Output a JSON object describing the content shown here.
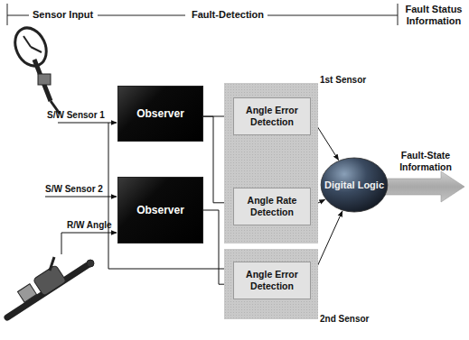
{
  "diagram": {
    "nodes": [
      {
        "text": [
          "Observer"
        ]
      },
      {
        "text": [
          "Observer"
        ]
      },
      {
        "text": [
          "1st Sensor"
        ]
      },
      {
        "text": [
          "Angle Error Detection"
        ],
        "in": 2
      },
      {
        "text": [
          "Angle Rate Detection"
        ],
        "in": 2
      },
      {
        "text": [
          "2nd Sensor"
        ]
      },
      {
        "text": [
          "Angle Error Detection"
        ],
        "in": 5
      },
      {
        "text": [
          "Digital Logic"
        ]
      }
    ],
    "edges": [
      {
        "from": 0,
        "to": 3,
        "arrow": "to"
      },
      {
        "from": 0,
        "to": 4,
        "arrow": "to"
      },
      {
        "from": 1,
        "to": 6,
        "arrow": "to"
      },
      {
        "from": 3,
        "to": 7,
        "arrow": "to"
      },
      {
        "from": 4,
        "to": 7,
        "arrow": "to"
      },
      {
        "from": 6,
        "to": 7,
        "arrow": "to"
      }
    ],
    "labels": [
      "Sensor Input",
      "Fault-Detection",
      "Fault Status Information",
      "S/W Sensor 1",
      "S/W Sensor 2",
      "R/W Angle",
      "Fault-State Information"
    ]
  }
}
